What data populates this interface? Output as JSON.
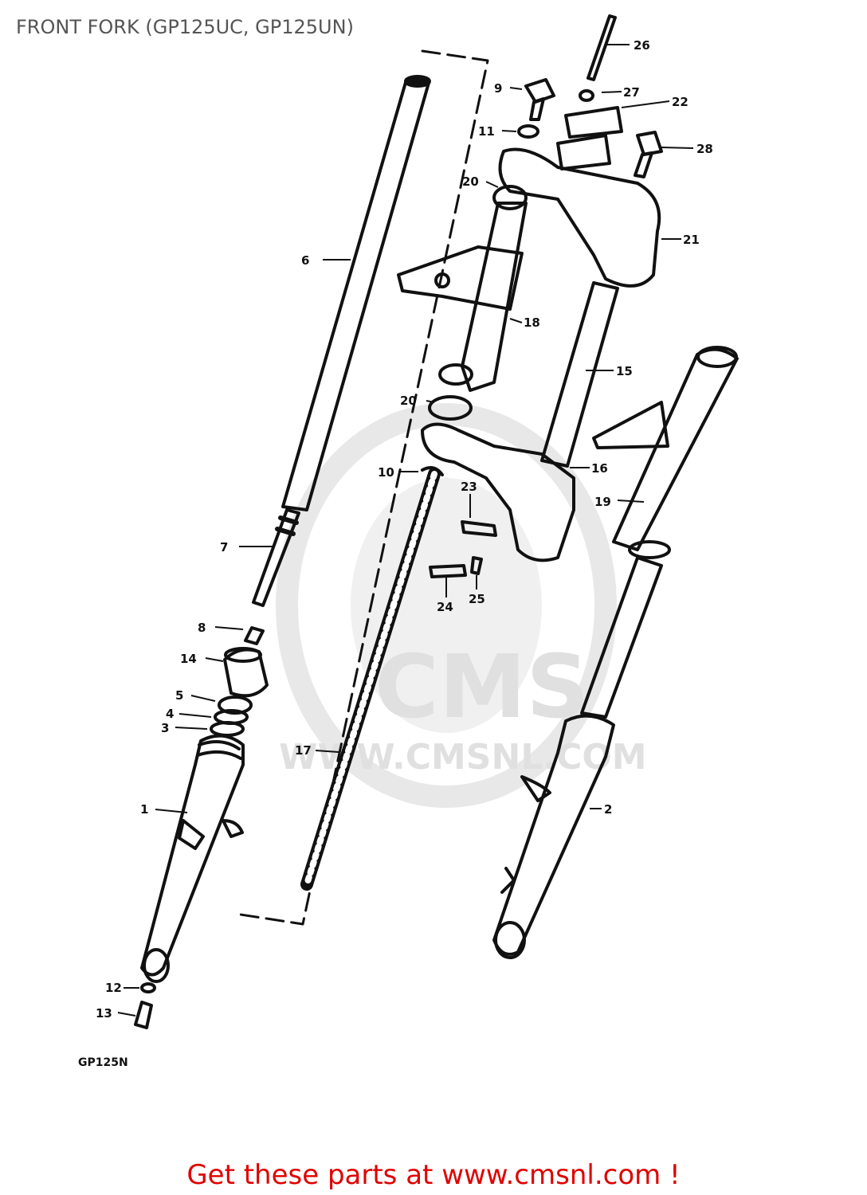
{
  "title": "FRONT FORK (GP125UC, GP125UN)",
  "diagram_code": "GP125N",
  "watermark": {
    "brand": "CMS",
    "url": "WWW.CMSNL.COM"
  },
  "part_callouts": [
    "1",
    "2",
    "3",
    "4",
    "5",
    "6",
    "7",
    "8",
    "9",
    "10",
    "11",
    "12",
    "13",
    "14",
    "15",
    "16",
    "17",
    "18",
    "19",
    "20",
    "20",
    "21",
    "22",
    "23",
    "24",
    "25",
    "26",
    "27",
    "28"
  ],
  "footer": {
    "cta_prefix": "Get these parts at ",
    "cta_link": "www.cmsnl.com",
    "cta_suffix": " !"
  },
  "colors": {
    "title": "#555555",
    "cta": "#e00000",
    "drawing": "#111111",
    "watermark": "#dddddd"
  }
}
